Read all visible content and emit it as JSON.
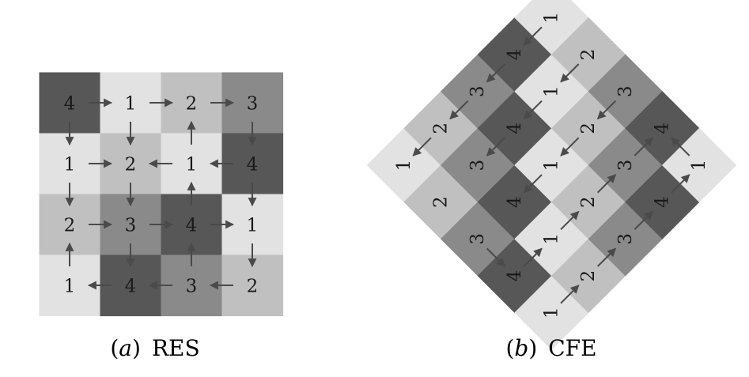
{
  "figures": [
    {
      "label": "(a)",
      "letter": "a",
      "name": "RES",
      "grid": [
        [
          4,
          1,
          2,
          3
        ],
        [
          1,
          2,
          1,
          4
        ],
        [
          2,
          3,
          4,
          1
        ],
        [
          1,
          4,
          3,
          2
        ]
      ],
      "arrows": [
        [
          [
            0,
            0
          ],
          [
            0,
            1
          ]
        ],
        [
          [
            0,
            1
          ],
          [
            0,
            2
          ]
        ],
        [
          [
            0,
            2
          ],
          [
            0,
            3
          ]
        ],
        [
          [
            0,
            0
          ],
          [
            1,
            0
          ]
        ],
        [
          [
            0,
            1
          ],
          [
            1,
            1
          ]
        ],
        [
          [
            0,
            3
          ],
          [
            1,
            3
          ]
        ],
        [
          [
            1,
            2
          ],
          [
            0,
            2
          ]
        ],
        [
          [
            1,
            0
          ],
          [
            1,
            1
          ]
        ],
        [
          [
            1,
            2
          ],
          [
            1,
            1
          ]
        ],
        [
          [
            1,
            3
          ],
          [
            1,
            2
          ]
        ],
        [
          [
            1,
            0
          ],
          [
            2,
            0
          ]
        ],
        [
          [
            1,
            1
          ],
          [
            2,
            1
          ]
        ],
        [
          [
            1,
            3
          ],
          [
            2,
            3
          ]
        ],
        [
          [
            2,
            2
          ],
          [
            1,
            2
          ]
        ],
        [
          [
            2,
            0
          ],
          [
            2,
            1
          ]
        ],
        [
          [
            2,
            1
          ],
          [
            2,
            2
          ]
        ],
        [
          [
            2,
            2
          ],
          [
            2,
            3
          ]
        ],
        [
          [
            2,
            1
          ],
          [
            3,
            1
          ]
        ],
        [
          [
            2,
            3
          ],
          [
            3,
            3
          ]
        ],
        [
          [
            3,
            0
          ],
          [
            2,
            0
          ]
        ],
        [
          [
            3,
            2
          ],
          [
            2,
            2
          ]
        ],
        [
          [
            3,
            1
          ],
          [
            3,
            0
          ]
        ],
        [
          [
            3,
            2
          ],
          [
            3,
            1
          ]
        ],
        [
          [
            3,
            3
          ],
          [
            3,
            2
          ]
        ]
      ]
    },
    {
      "label": "(b)",
      "letter": "b",
      "name": "CFE",
      "grid": [
        [
          1,
          2,
          3,
          4,
          1
        ],
        [
          2,
          3,
          4,
          1,
          2
        ],
        [
          3,
          4,
          1,
          2,
          3
        ],
        [
          4,
          1,
          2,
          3,
          4
        ],
        [
          1,
          2,
          3,
          4,
          1
        ]
      ],
      "arrows": [
        [
          [
            4,
            0
          ],
          [
            4,
            1
          ]
        ],
        [
          [
            4,
            1
          ],
          [
            4,
            2
          ]
        ],
        [
          [
            4,
            2
          ],
          [
            4,
            3
          ]
        ],
        [
          [
            4,
            3
          ],
          [
            4,
            4
          ]
        ],
        [
          [
            3,
            0
          ],
          [
            3,
            1
          ]
        ],
        [
          [
            3,
            1
          ],
          [
            3,
            2
          ]
        ],
        [
          [
            3,
            2
          ],
          [
            3,
            3
          ]
        ],
        [
          [
            3,
            3
          ],
          [
            3,
            4
          ]
        ],
        [
          [
            2,
            4
          ],
          [
            2,
            3
          ]
        ],
        [
          [
            2,
            3
          ],
          [
            2,
            2
          ]
        ],
        [
          [
            2,
            2
          ],
          [
            2,
            1
          ]
        ],
        [
          [
            1,
            4
          ],
          [
            1,
            3
          ]
        ],
        [
          [
            1,
            3
          ],
          [
            1,
            2
          ]
        ],
        [
          [
            1,
            2
          ],
          [
            1,
            1
          ]
        ],
        [
          [
            0,
            4
          ],
          [
            0,
            3
          ]
        ],
        [
          [
            0,
            3
          ],
          [
            0,
            2
          ]
        ],
        [
          [
            0,
            2
          ],
          [
            0,
            1
          ]
        ],
        [
          [
            4,
            4
          ],
          [
            3,
            4
          ]
        ],
        [
          [
            2,
            0
          ],
          [
            3,
            0
          ]
        ],
        [
          [
            0,
            1
          ],
          [
            0,
            0
          ]
        ]
      ]
    }
  ],
  "colors": {
    "1": "#e2e2e2",
    "2": "#c0c0c0",
    "3": "#8a8a8a",
    "4": "#575757",
    "arrow": "#4a4a4a",
    "number": "#1a1a1a"
  }
}
